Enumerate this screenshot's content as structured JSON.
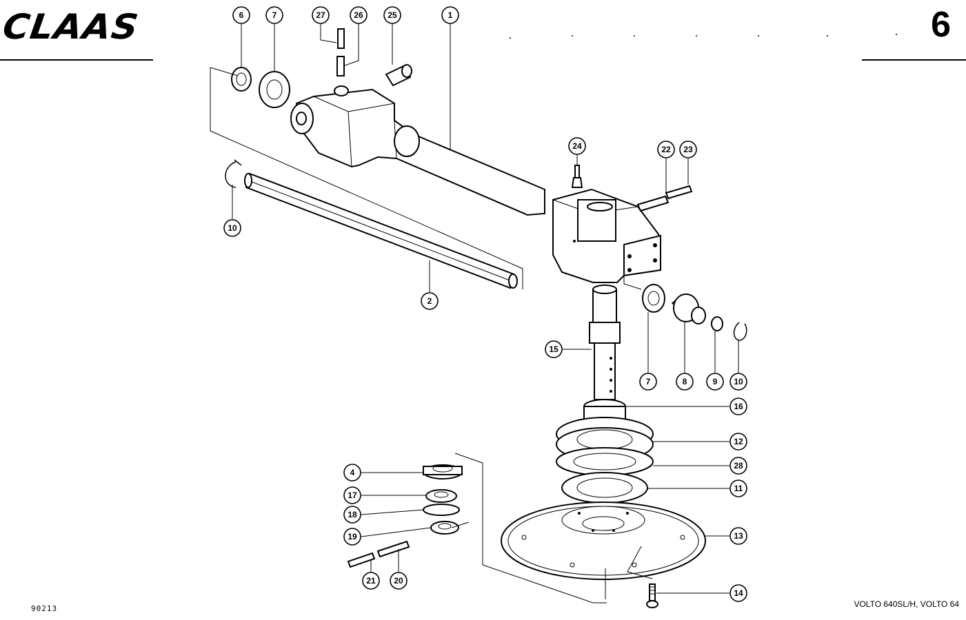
{
  "header": {
    "brand": "CLAAS",
    "page_number": "6"
  },
  "footer": {
    "drawing_code": "90213",
    "model_caption": "VOLTO 640SL/H, VOLTO 64"
  },
  "callouts": [
    {
      "id": "c6a",
      "label": "6"
    },
    {
      "id": "c7a",
      "label": "7"
    },
    {
      "id": "c27",
      "label": "27"
    },
    {
      "id": "c26",
      "label": "26"
    },
    {
      "id": "c25",
      "label": "25"
    },
    {
      "id": "c1",
      "label": "1"
    },
    {
      "id": "c24",
      "label": "24"
    },
    {
      "id": "c22",
      "label": "22"
    },
    {
      "id": "c23",
      "label": "23"
    },
    {
      "id": "c10a",
      "label": "10"
    },
    {
      "id": "c2",
      "label": "2"
    },
    {
      "id": "c15",
      "label": "15"
    },
    {
      "id": "c7b",
      "label": "7"
    },
    {
      "id": "c8",
      "label": "8"
    },
    {
      "id": "c9",
      "label": "9"
    },
    {
      "id": "c10b",
      "label": "10"
    },
    {
      "id": "c16",
      "label": "16"
    },
    {
      "id": "c12",
      "label": "12"
    },
    {
      "id": "c28",
      "label": "28"
    },
    {
      "id": "c11",
      "label": "11"
    },
    {
      "id": "c13",
      "label": "13"
    },
    {
      "id": "c14",
      "label": "14"
    },
    {
      "id": "c4",
      "label": "4"
    },
    {
      "id": "c17",
      "label": "17"
    },
    {
      "id": "c18",
      "label": "18"
    },
    {
      "id": "c19",
      "label": "19"
    },
    {
      "id": "c21",
      "label": "21"
    },
    {
      "id": "c20",
      "label": "20"
    }
  ]
}
